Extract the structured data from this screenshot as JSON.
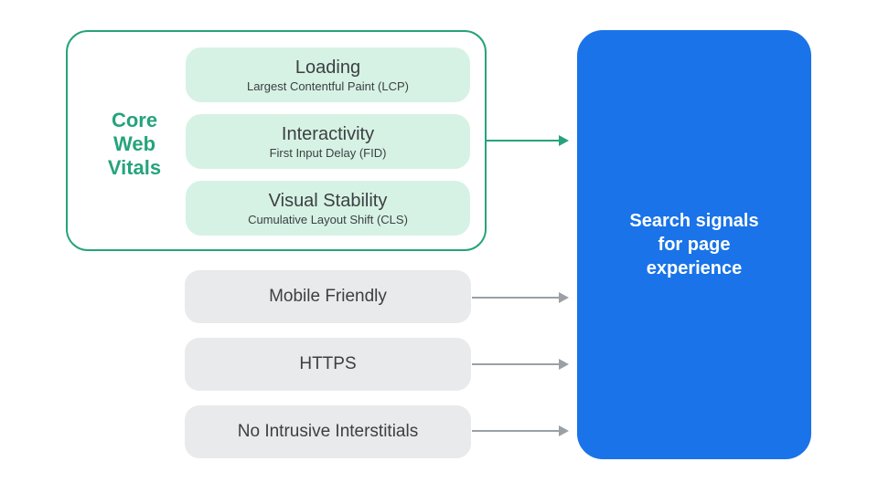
{
  "diagram": {
    "core_web_vitals": {
      "label": "Core Web Vitals",
      "vitals": [
        {
          "title": "Loading",
          "subtitle": "Largest Contentful Paint (LCP)"
        },
        {
          "title": "Interactivity",
          "subtitle": "First Input Delay (FID)"
        },
        {
          "title": "Visual Stability",
          "subtitle": "Cumulative Layout Shift (CLS)"
        }
      ]
    },
    "other_signals": [
      {
        "label": "Mobile Friendly"
      },
      {
        "label": "HTTPS"
      },
      {
        "label": "No Intrusive Interstitials"
      }
    ],
    "result_box": {
      "lines": [
        "Search signals",
        "for page",
        "experience"
      ]
    },
    "colors": {
      "accent_green": "#26A37C",
      "mint_fill": "#D6F2E4",
      "gray_fill": "#E9EAEC",
      "arrow_gray": "#9AA0A6",
      "text_dark": "#3C4043",
      "result_blue": "#1A73E8",
      "result_text": "#FFFFFF"
    }
  }
}
